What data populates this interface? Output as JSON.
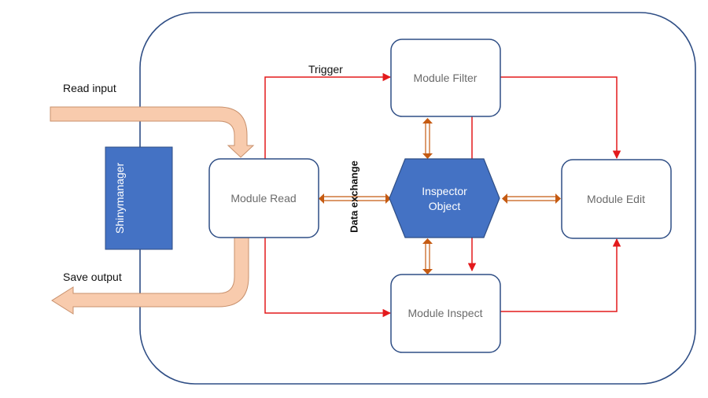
{
  "modules": {
    "filter": "Module Filter",
    "read": "Module Read",
    "edit": "Module Edit",
    "inspect": "Module Inspect"
  },
  "inspector": {
    "line1": "Inspector",
    "line2": "Object"
  },
  "shinymanager": "Shinymanager",
  "labels": {
    "read_input": "Read input",
    "save_output": "Save output",
    "trigger": "Trigger",
    "data_exchange": "Data exchange"
  },
  "colors": {
    "container_border": "#2f4e85",
    "node_border": "#2f4e85",
    "accent_blue": "#4472c4",
    "trigger_red": "#e31a1c",
    "exchange_orange": "#c55a11",
    "io_arrow_fill": "#f8cbad",
    "io_arrow_stroke": "#c8906c"
  }
}
